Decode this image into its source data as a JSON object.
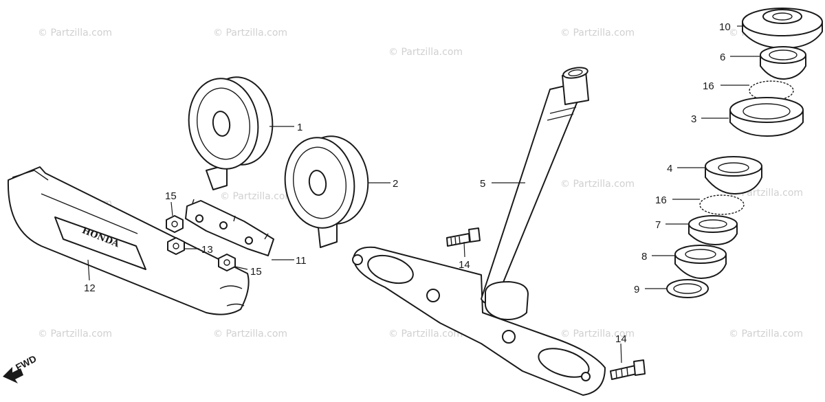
{
  "diagram": {
    "watermark_text": "© Partzilla.com",
    "fwd_label": "FWD",
    "callouts": {
      "p1": "1",
      "p2": "2",
      "p3": "3",
      "p4": "4",
      "p5": "5",
      "p6": "6",
      "p7": "7",
      "p8": "8",
      "p9": "9",
      "p10": "10",
      "p11": "11",
      "p12": "12",
      "p13": "13",
      "p14a": "14",
      "p14b": "14",
      "p15a": "15",
      "p15b": "15",
      "p16a": "16",
      "p16b": "16"
    },
    "colors": {
      "ink": "#1a1a1a",
      "watermark": "#d0d0d0",
      "paper": "#ffffff"
    }
  }
}
